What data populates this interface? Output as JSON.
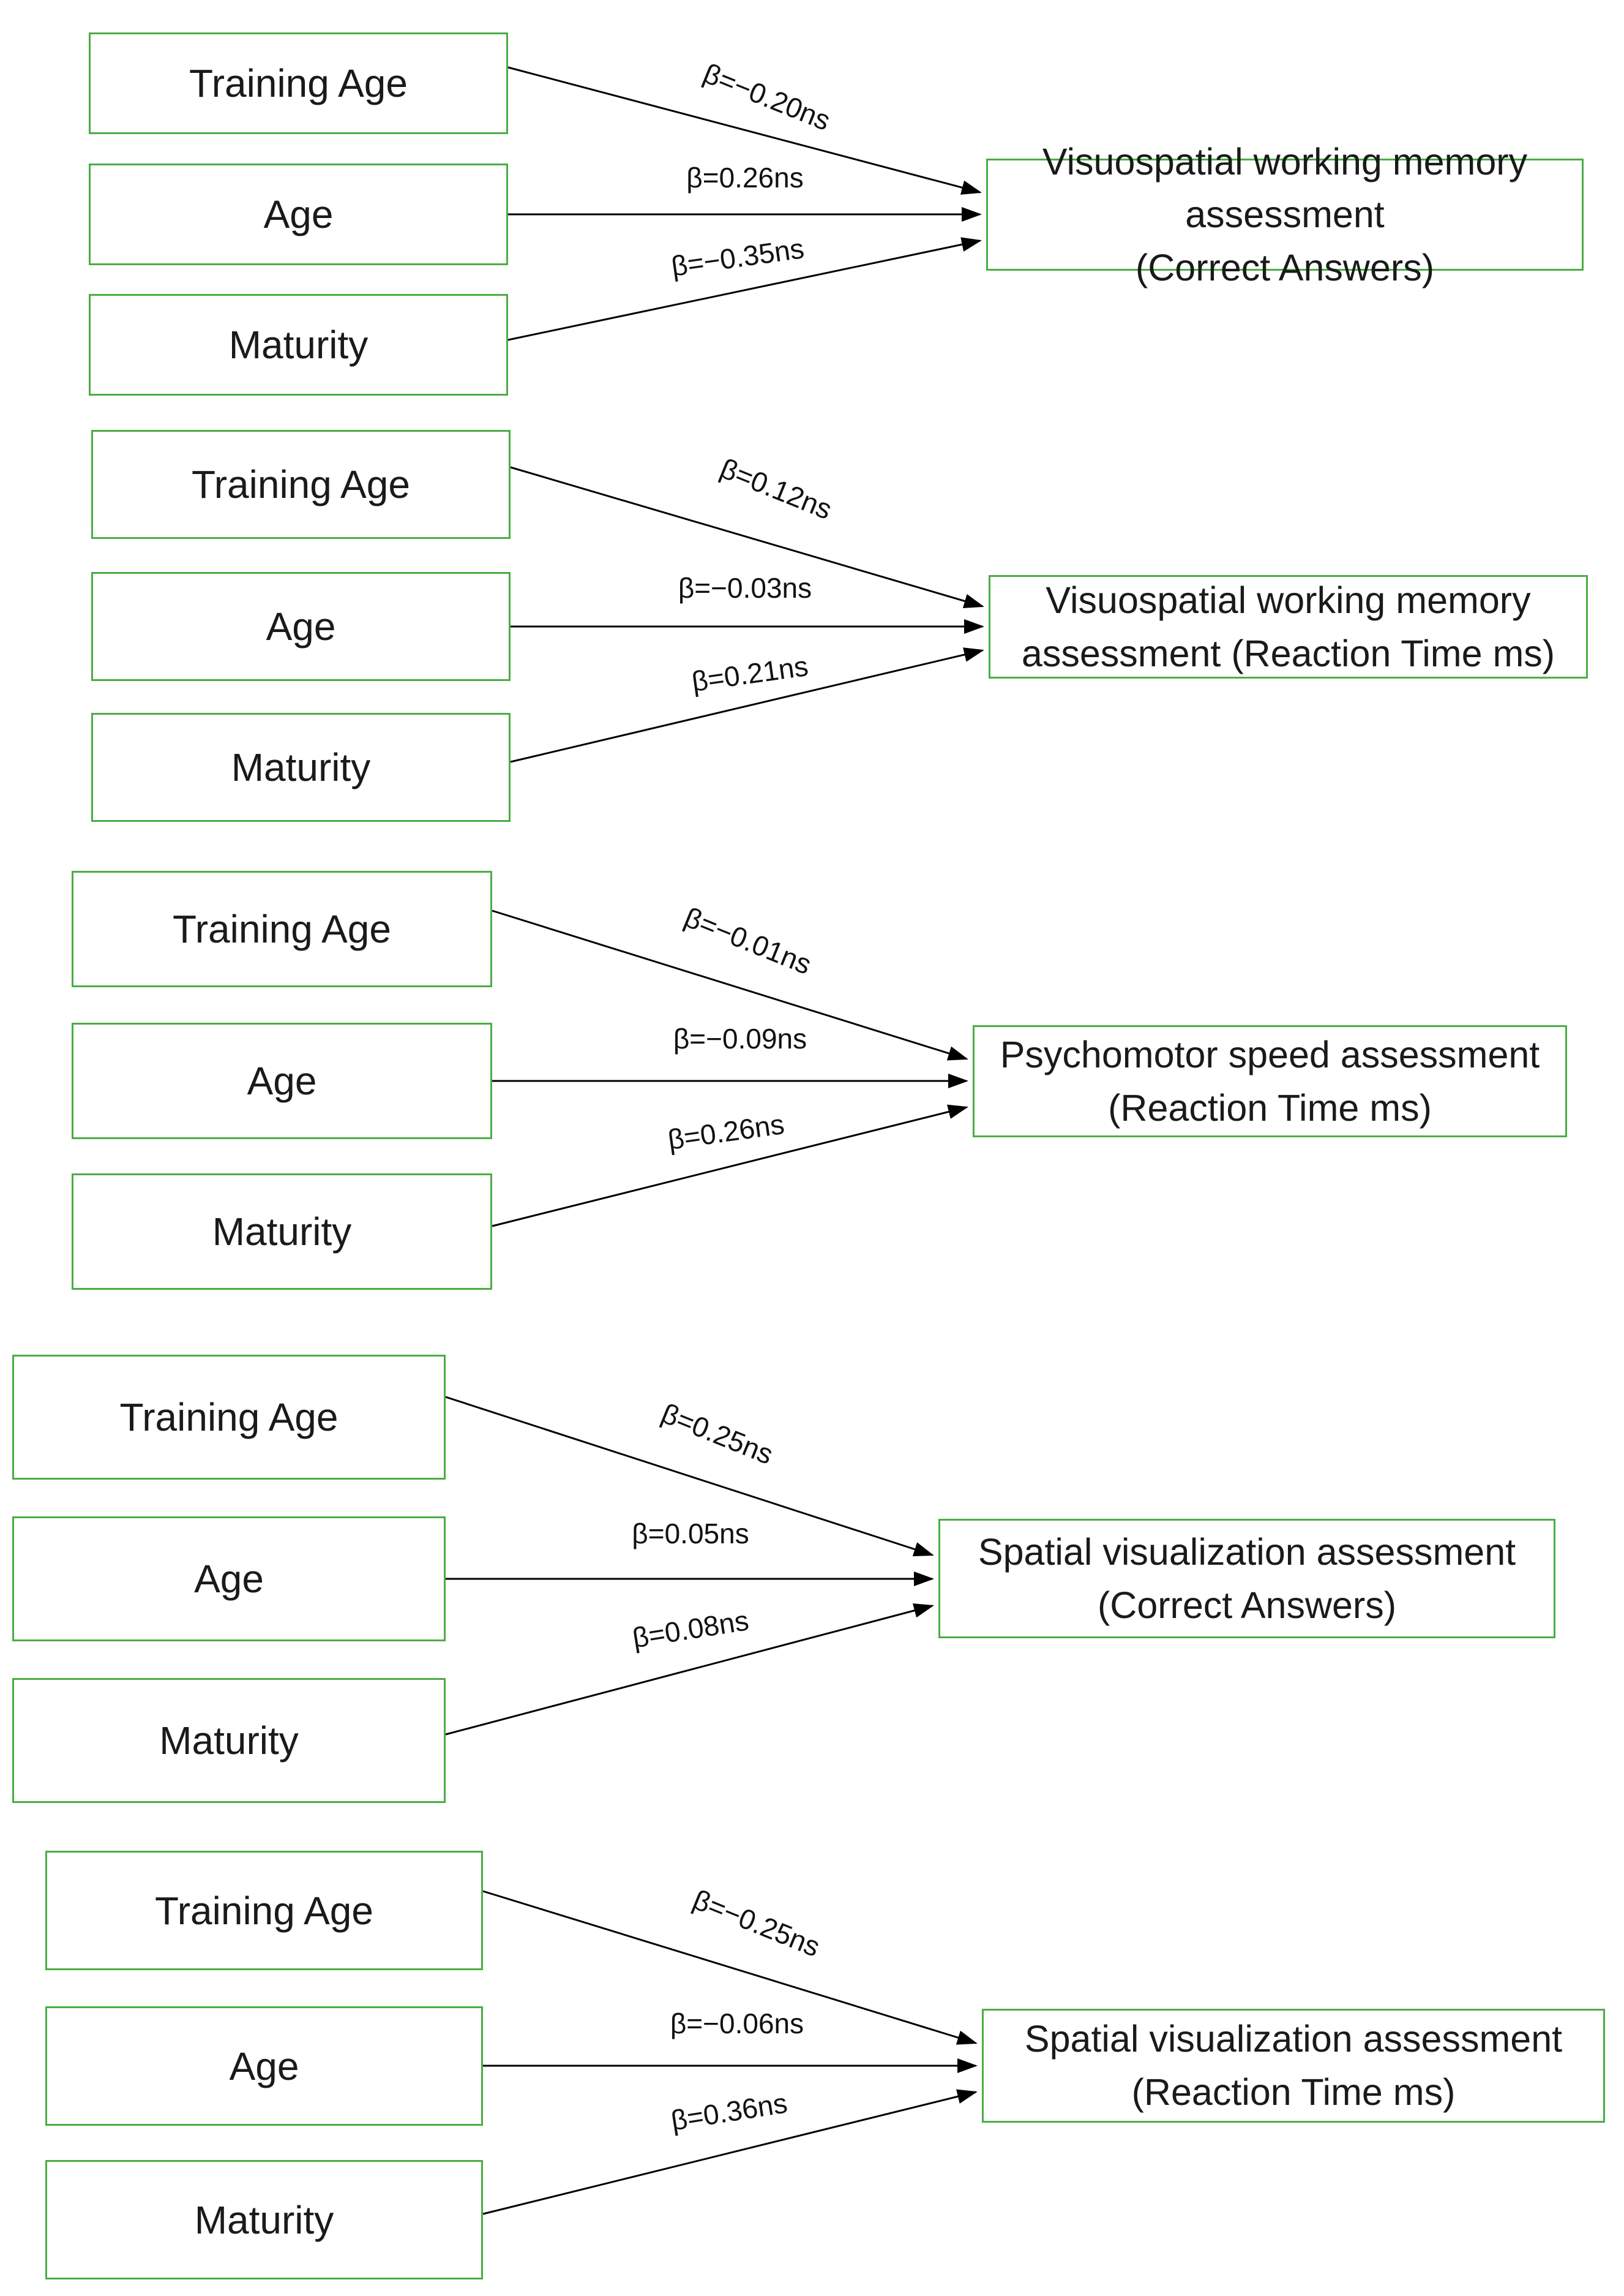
{
  "diagram_title": "Path models: effects of Training Age, Age and Maturity on cognitive assessments",
  "colors": {
    "box_border": "#4aad43",
    "arrow": "#000000",
    "text": "#1a1a1a",
    "background": "#ffffff"
  },
  "groups": [
    {
      "predictors": [
        "Training Age",
        "Age",
        "Maturity"
      ],
      "betas": [
        "β=−0.20ns",
        "β=0.26ns",
        "β=−0.35ns"
      ],
      "outcome": "Visuospatial working memory\nassessment\n(Correct Answers)"
    },
    {
      "predictors": [
        "Training Age",
        "Age",
        "Maturity"
      ],
      "betas": [
        "β=0.12ns",
        "β=−0.03ns",
        "β=0.21ns"
      ],
      "outcome": "Visuospatial working memory\nassessment (Reaction Time ms)"
    },
    {
      "predictors": [
        "Training Age",
        "Age",
        "Maturity"
      ],
      "betas": [
        "β=−0.01ns",
        "β=−0.09ns",
        "β=0.26ns"
      ],
      "outcome": "Psychomotor speed assessment\n(Reaction Time ms)"
    },
    {
      "predictors": [
        "Training Age",
        "Age",
        "Maturity"
      ],
      "betas": [
        "β=0.25ns",
        "β=0.05ns",
        "β=0.08ns"
      ],
      "outcome": "Spatial visualization assessment\n(Correct Answers)"
    },
    {
      "predictors": [
        "Training Age",
        "Age",
        "Maturity"
      ],
      "betas": [
        "β=−0.25ns",
        "β=−0.06ns",
        "β=0.36ns"
      ],
      "outcome": "Spatial visualization assessment\n(Reaction Time ms)"
    }
  ]
}
